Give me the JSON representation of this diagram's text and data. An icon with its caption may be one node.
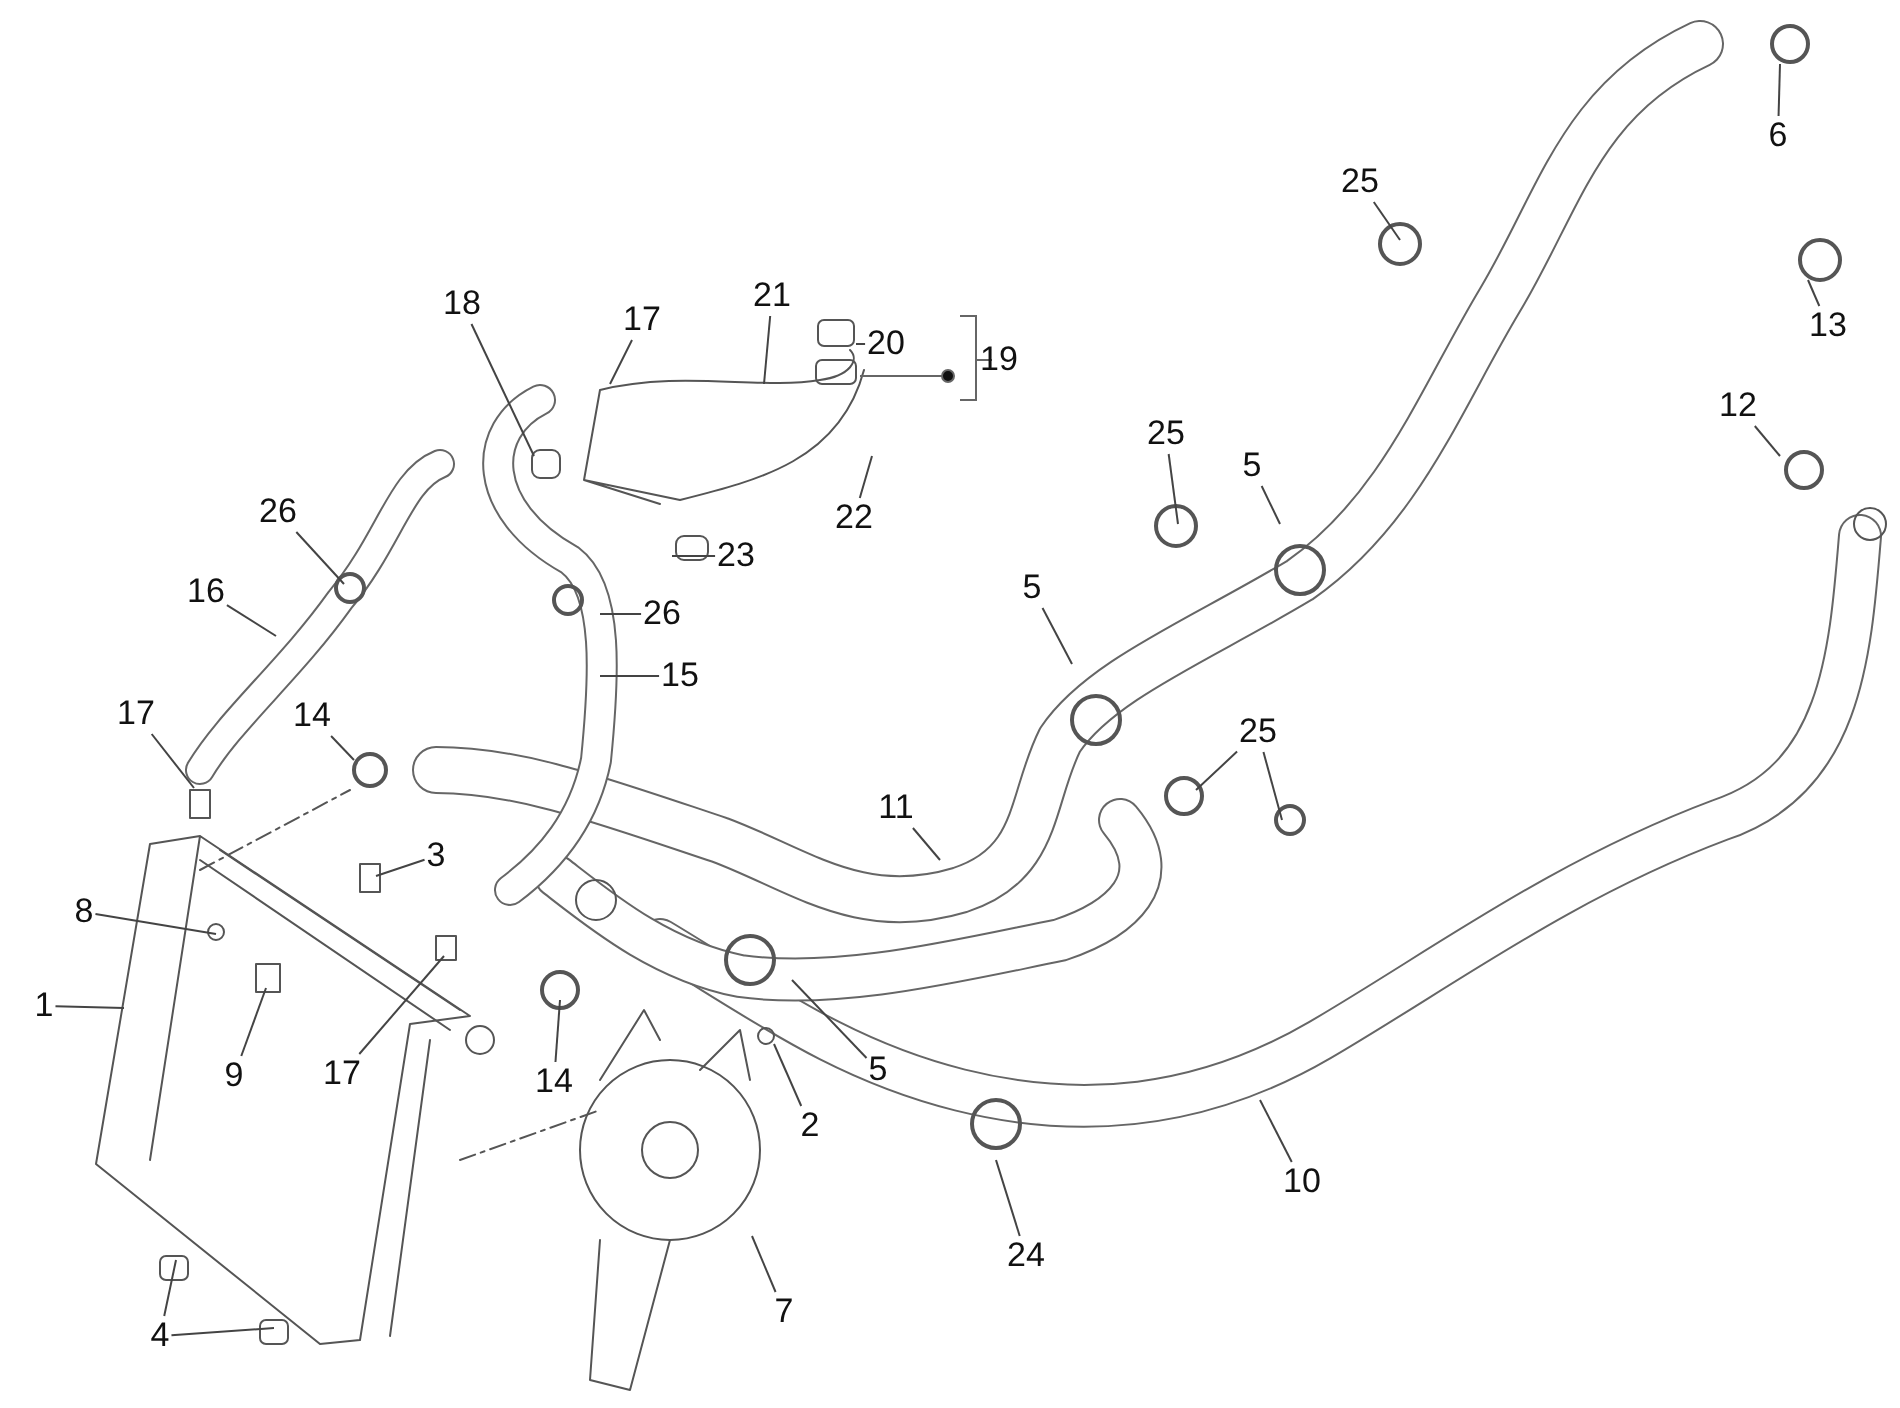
{
  "diagram": {
    "nodes": [
      {
        "text": [
          "1"
        ]
      },
      {
        "text": [
          "8"
        ]
      },
      {
        "text": [
          "9"
        ]
      },
      {
        "text": [
          "17"
        ]
      },
      {
        "text": [
          "14"
        ]
      },
      {
        "text": [
          "3"
        ]
      },
      {
        "text": [
          "17"
        ]
      },
      {
        "text": [
          "14"
        ]
      },
      {
        "text": [
          "2"
        ]
      },
      {
        "text": [
          "7"
        ]
      },
      {
        "text": [
          "4"
        ]
      },
      {
        "text": [
          "26"
        ]
      },
      {
        "text": [
          "16"
        ]
      },
      {
        "text": [
          "18"
        ]
      },
      {
        "text": [
          "17"
        ]
      },
      {
        "text": [
          "21"
        ]
      },
      {
        "text": [
          "20"
        ]
      },
      {
        "text": [
          "22"
        ]
      },
      {
        "text": [
          "23"
        ]
      },
      {
        "text": [
          "26"
        ]
      },
      {
        "text": [
          "15"
        ]
      },
      {
        "text": [
          "11"
        ]
      },
      {
        "text": [
          "5"
        ]
      },
      {
        "text": [
          "5"
        ]
      },
      {
        "text": [
          "5"
        ]
      },
      {
        "text": [
          "25"
        ]
      },
      {
        "text": [
          "25"
        ]
      },
      {
        "text": [
          "25"
        ]
      },
      {
        "text": [
          "6"
        ]
      },
      {
        "text": [
          "13"
        ]
      },
      {
        "text": [
          "12"
        ]
      },
      {
        "text": [
          "10"
        ]
      },
      {
        "text": [
          "24"
        ]
      }
    ],
    "edges": [
      {
        "from": 0,
        "to": null,
        "arrow": "none"
      },
      {
        "from": 1,
        "to": null,
        "arrow": "none"
      },
      {
        "from": 2,
        "to": null,
        "arrow": "none"
      },
      {
        "from": 3,
        "to": null,
        "arrow": "none"
      },
      {
        "from": 4,
        "to": null,
        "arrow": "none"
      },
      {
        "from": 5,
        "to": null,
        "arrow": "none"
      },
      {
        "from": 6,
        "to": null,
        "arrow": "none"
      },
      {
        "from": 7,
        "to": null,
        "arrow": "none"
      },
      {
        "from": 8,
        "to": null,
        "arrow": "none"
      },
      {
        "from": 9,
        "to": null,
        "arrow": "none"
      },
      {
        "from": 10,
        "to": null,
        "arrow": "none"
      },
      {
        "from": 10,
        "to": null,
        "arrow": "none"
      },
      {
        "from": 11,
        "to": null,
        "arrow": "none"
      },
      {
        "from": 12,
        "to": null,
        "arrow": "none"
      },
      {
        "from": 13,
        "to": null,
        "arrow": "none"
      },
      {
        "from": 14,
        "to": null,
        "arrow": "none"
      },
      {
        "from": 15,
        "to": null,
        "arrow": "none"
      },
      {
        "from": 16,
        "to": null,
        "arrow": "none"
      },
      {
        "from": 17,
        "to": null,
        "arrow": "none"
      },
      {
        "from": 18,
        "to": null,
        "arrow": "none"
      },
      {
        "from": 19,
        "to": null,
        "arrow": "none"
      },
      {
        "from": 20,
        "to": null,
        "arrow": "none"
      },
      {
        "from": 21,
        "to": null,
        "arrow": "none"
      },
      {
        "from": 22,
        "to": null,
        "arrow": "none"
      },
      {
        "from": 23,
        "to": null,
        "arrow": "none"
      },
      {
        "from": 24,
        "to": null,
        "arrow": "none"
      },
      {
        "from": 25,
        "to": null,
        "arrow": "none"
      },
      {
        "from": 26,
        "to": null,
        "arrow": "none"
      },
      {
        "from": 27,
        "to": null,
        "arrow": "none"
      },
      {
        "from": 27,
        "to": null,
        "arrow": "none"
      },
      {
        "from": 28,
        "to": null,
        "arrow": "none"
      },
      {
        "from": 29,
        "to": null,
        "arrow": "none"
      },
      {
        "from": 30,
        "to": null,
        "arrow": "none"
      },
      {
        "from": 31,
        "to": null,
        "arrow": "none"
      },
      {
        "from": 32,
        "to": null,
        "arrow": "none"
      }
    ],
    "labels": [
      "19"
    ]
  }
}
